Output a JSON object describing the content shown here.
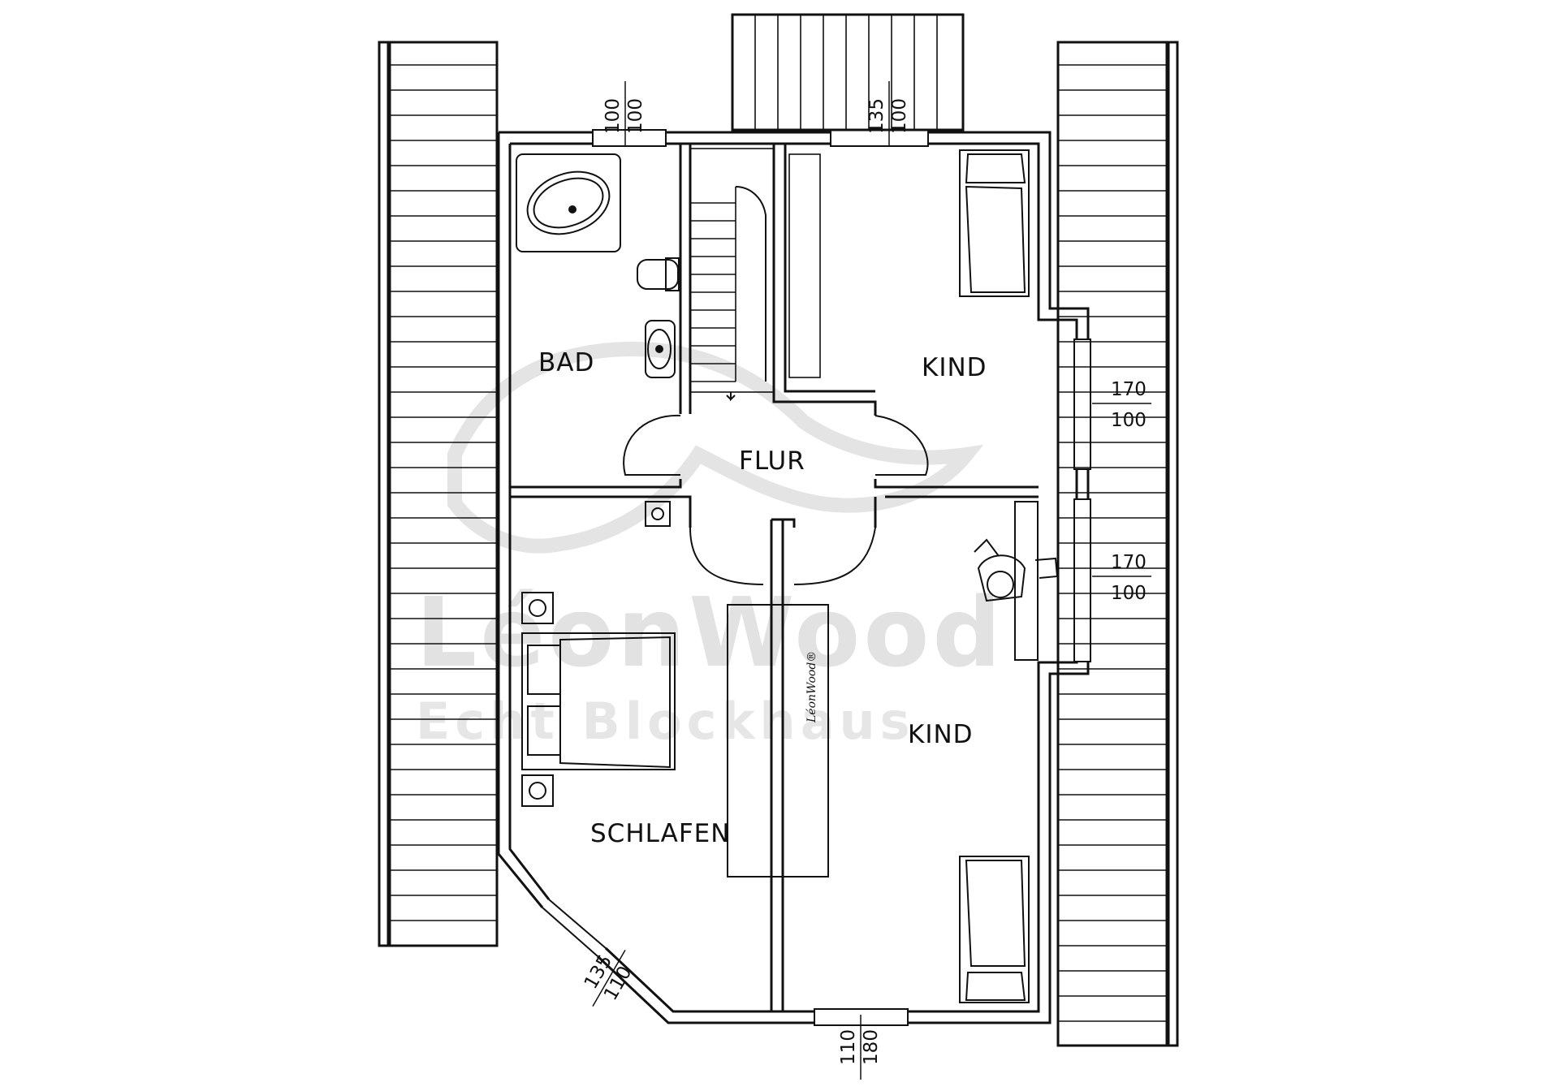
{
  "rooms": {
    "bad": "BAD",
    "flur": "FLUR",
    "kind_top": "KIND",
    "kind_bottom": "KIND",
    "schlafen": "SCHLAFEN"
  },
  "dimensions": {
    "top_left_window": [
      "100",
      "100"
    ],
    "top_right_window": [
      "135",
      "100"
    ],
    "right_upper_window": [
      "170",
      "100"
    ],
    "right_lower_window": [
      "170",
      "100"
    ],
    "bottom_diagonal_window": [
      "135",
      "110"
    ],
    "bottom_window": [
      "110",
      "180"
    ]
  },
  "watermark": {
    "brand": "LéonWood",
    "tagline": "Echt Blockhaus",
    "signature": "LéonWood®"
  },
  "colors": {
    "line": "#111111",
    "watermark": "#e2e2e2"
  }
}
